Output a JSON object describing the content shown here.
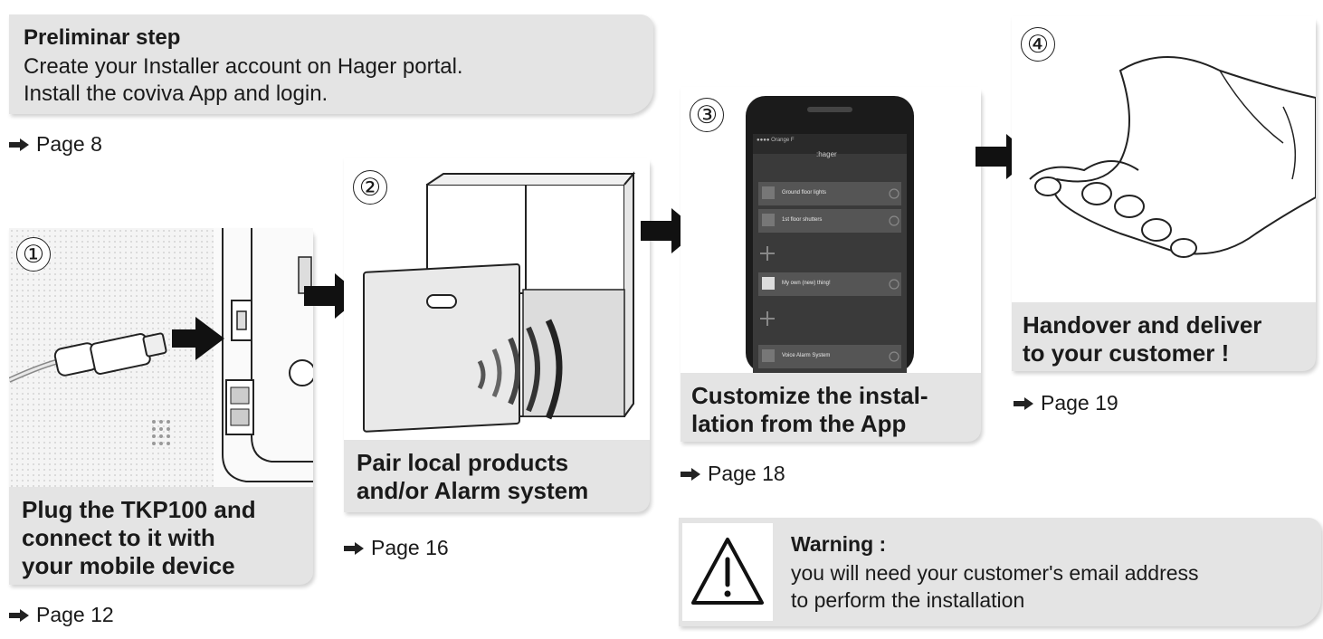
{
  "preliminary": {
    "title": "Preliminar step",
    "line1": "Create your Installer account on Hager portal.",
    "line2": "Install the coviva App and login.",
    "page": "Page 8"
  },
  "steps": [
    {
      "number": "①",
      "caption_lines": [
        "Plug the TKP100 and",
        "connect to it with",
        "your mobile device"
      ],
      "page": "Page 12"
    },
    {
      "number": "②",
      "caption_lines": [
        "Pair local products",
        "and/or Alarm system"
      ],
      "page": "Page 16"
    },
    {
      "number": "③",
      "caption_lines": [
        "Customize the instal-",
        "lation from the App"
      ],
      "page": "Page 18"
    },
    {
      "number": "④",
      "caption_lines": [
        "Handover and deliver",
        "to your customer !"
      ],
      "page": "Page 19"
    }
  ],
  "phone_app": {
    "brand": ":hager",
    "carrier": "●●●● Orange F",
    "items": [
      "Ground floor lights",
      "1st floor shutters",
      "My own (new) thing!",
      "Voice Alarm System"
    ]
  },
  "warning": {
    "title": "Warning :",
    "line1": "you will need your customer's email address",
    "line2": "to perform the installation"
  },
  "colors": {
    "panel": "#e4e4e4",
    "text": "#1a1a1a",
    "arrow": "#111111"
  },
  "icons": [
    "right-arrow-icon",
    "warning-triangle-icon"
  ]
}
